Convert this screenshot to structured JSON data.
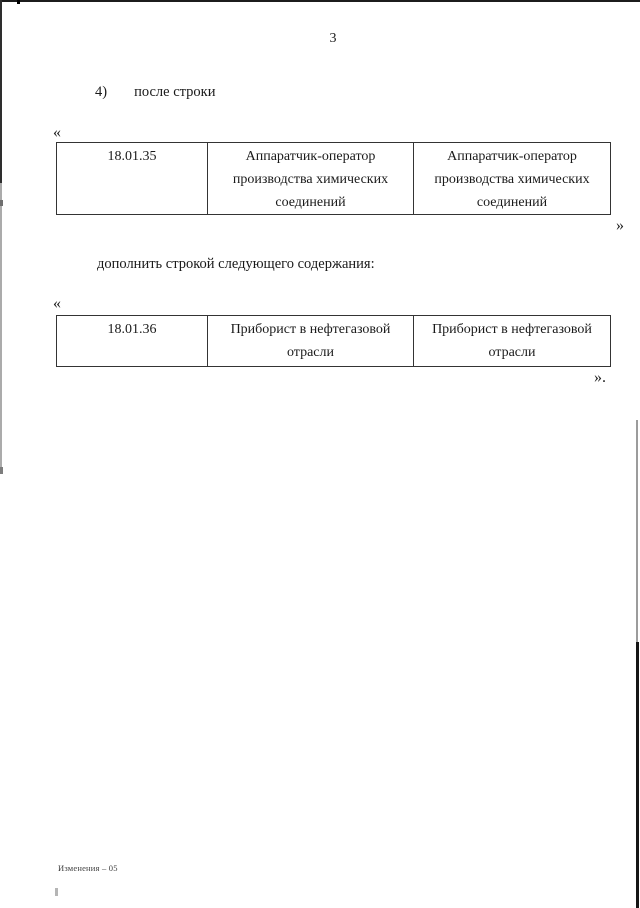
{
  "page": {
    "number": "3",
    "footer_note": "Изменения – 05"
  },
  "document": {
    "clause_label": "4)",
    "clause_text": "после строки",
    "opening_quote_1": "«",
    "closing_quote_1": "»",
    "amendment_text": "дополнить строкой следующего содержания:",
    "opening_quote_2": "«",
    "closing_quote_2": "»."
  },
  "tables": [
    {
      "rows": [
        {
          "code": "18.01.35",
          "old_name": "Аппаратчик-оператор производства химических соединений",
          "new_name": "Аппаратчик-оператор производства химических соединений"
        }
      ]
    },
    {
      "rows": [
        {
          "code": "18.01.36",
          "old_name": "Приборист в нефтегазовой отрасли",
          "new_name": "Приборист в нефтегазовой отрасли"
        }
      ]
    }
  ]
}
